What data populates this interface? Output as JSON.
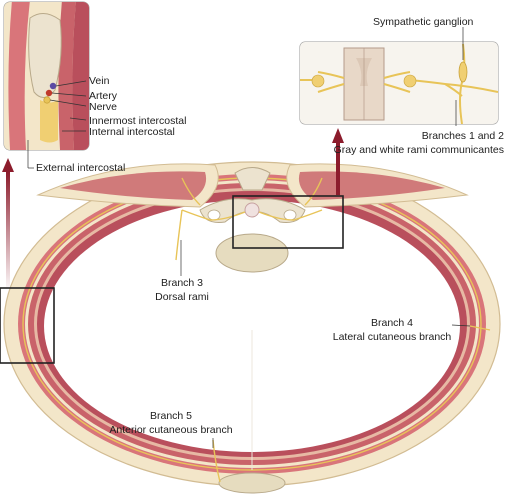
{
  "colors": {
    "outer_tissue": "#f3e6c9",
    "skin_edge": "#d9c39a",
    "muscle": "#c9636a",
    "muscle_light": "#dd8f8c",
    "muscle_dark": "#b94f5c",
    "bone": "#ece3cf",
    "bone_edge": "#b8a98a",
    "nerve": "#e8c458",
    "nerve_dark": "#c9a23a",
    "vein": "#5b4aa3",
    "artery": "#c0392b",
    "arrow": "#8c1c2c",
    "frame": "#222222",
    "inset_border": "#9a9a9a"
  },
  "labels": {
    "sympathetic_ganglion": "Sympathetic ganglion",
    "vein": "Vein",
    "artery": "Artery",
    "nerve": "Nerve",
    "innermost_intercostal": "Innermost intercostal",
    "internal_intercostal": "Internal intercostal",
    "external_intercostal": "External intercostal",
    "branches_1_2": "Branches 1 and 2",
    "gray_white_rami": "Gray and white rami communicantes",
    "branch_3": "Branch 3",
    "dorsal_rami": "Dorsal rami",
    "branch_4": "Branch 4",
    "lateral_cutaneous": "Lateral cutaneous branch",
    "branch_5": "Branch 5",
    "anterior_cutaneous": "Anterior cutaneous branch"
  }
}
